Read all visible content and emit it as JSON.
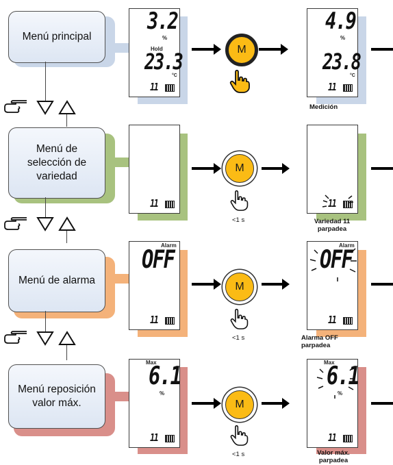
{
  "menus": [
    {
      "label_line1": "Menú principal",
      "label_line2": "",
      "label_line3": "",
      "color": "#c9d6e8"
    },
    {
      "label_line1": "Menú de",
      "label_line2": "selección de",
      "label_line3": "variedad",
      "color": "#a8c27f"
    },
    {
      "label_line1": "Menú de alarma",
      "label_line2": "",
      "label_line3": "",
      "color": "#f4b27a"
    },
    {
      "label_line1": "Menú reposición",
      "label_line2": "valor máx.",
      "label_line3": "",
      "color": "#d98f8a"
    }
  ],
  "button": {
    "label": "M",
    "fill": "#fbbb15"
  },
  "press_time": "<1 s",
  "row1": {
    "left": {
      "top_value": "3.2",
      "top_unit": "%",
      "hold": "Hold",
      "bottom_value": "23.3",
      "bottom_unit": "°C",
      "variety": "11"
    },
    "right": {
      "top_value": "4.9",
      "top_unit": "%",
      "bottom_value": "23.8",
      "bottom_unit": "°C",
      "variety": "11"
    },
    "caption": "Medición"
  },
  "row2": {
    "left": {
      "variety": "11"
    },
    "right": {
      "variety": "11"
    },
    "caption_line1": "Variedad 11",
    "caption_line2": "parpadea"
  },
  "row3": {
    "left": {
      "alarm": "Alarm",
      "value": "OFF",
      "variety": "11"
    },
    "right": {
      "alarm": "Alarm",
      "value": "OFF",
      "variety": "11"
    },
    "caption_line1": "Alarma OFF",
    "caption_line2": "parpadea"
  },
  "row4": {
    "left": {
      "max": "Max",
      "value": "6.1",
      "unit": "%",
      "variety": "11"
    },
    "right": {
      "max": "Max",
      "value": "6.1",
      "unit": "%",
      "variety": "11"
    },
    "caption_line1": "Valor máx.",
    "caption_line2": "parpadea"
  },
  "icons": [
    "pointing-hand-icon",
    "press-finger-icon",
    "down-triangle-icon",
    "up-triangle-icon",
    "battery-icon",
    "blink-rays-icon"
  ]
}
